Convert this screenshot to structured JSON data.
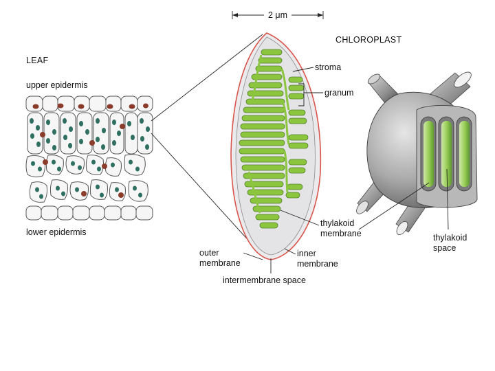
{
  "labels": {
    "leaf": "LEAF",
    "upper_epidermis": "upper epidermis",
    "lower_epidermis": "lower epidermis",
    "scale": "2 μm",
    "chloroplast": "CHLOROPLAST",
    "stroma": "stroma",
    "granum": "granum",
    "thylakoid_membrane": [
      "thylakoid",
      "membrane"
    ],
    "outer_membrane": [
      "outer",
      "membrane"
    ],
    "inner_membrane": [
      "inner",
      "membrane"
    ],
    "intermembrane_space": "intermembrane space",
    "thylakoid_space": [
      "thylakoid",
      "space"
    ]
  },
  "colors": {
    "chloroplast_green": "#8cc63f",
    "chloroplast_dark": "#2e6f62",
    "nucleus_brown": "#8a3b2a",
    "outer_membrane": "#d9544a",
    "stroma_gray": "#e4e4e6",
    "shell_gray": "#9a9a9a"
  }
}
